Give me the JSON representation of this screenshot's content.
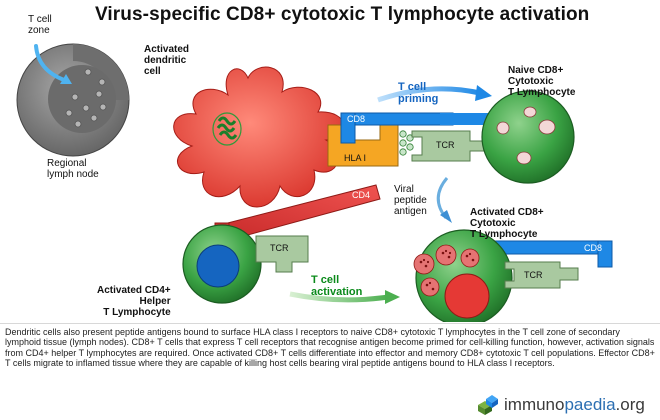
{
  "title": "Virus-specific CD8+ cytotoxic T lymphocyte activation",
  "labels": {
    "t_cell_zone": "T cell\nzone",
    "regional_lymph_node": "Regional\nlymph node",
    "activated_dendritic_cell": "Activated\ndendritic\ncell",
    "t_cell_priming": "T cell\npriming",
    "naive_cd8": "Naive CD8+\nCytotoxic\nT Lymphocyte",
    "activated_cd8": "Activated CD8+\nCytotoxic\nT Lymphocyte",
    "activated_cd4": "Activated CD4+\nHelper\nT Lymphocyte",
    "t_cell_activation": "T cell\nactivation",
    "viral_peptide_antigen": "Viral\npeptide\nantigen"
  },
  "receptors": {
    "cd8_top": "CD8",
    "hla_i": "HLA I",
    "tcr_top": "TCR",
    "cd4": "CD4",
    "tcr_cd4": "TCR",
    "cd8_right": "CD8",
    "tcr_right": "TCR"
  },
  "caption": "Dendritic cells also present peptide antigens bound to surface HLA class I receptors to naive CD8+ cytotoxic T lymphocytes in the T cell zone of secondary lymphoid tissue (lymph nodes). CD8+ T cells that express T cell receptors that recognise antigen become primed for cell-killing function, however, activation signals from CD4+ helper T lymphocytes are required. Once activated CD8+ T cells differentiate into effector and memory CD8+ cytotoxic T cell populations. Effector CD8+ T cells migrate to inflamed tissue where they are capable of killing host cells bearing viral peptide antigens bound to HLA class I receptors.",
  "brand": {
    "part1": "immuno",
    "part2": "paedia",
    "part3": ".org"
  },
  "colors": {
    "dendritic_cell": "#e63c33",
    "t_cell": "#3aa344",
    "cd8": "#1e88e5",
    "cd4": "#e53935",
    "hla": "#f5a623",
    "tcr": "#a9c9a0",
    "lymph_node": "#8a8a8a"
  }
}
